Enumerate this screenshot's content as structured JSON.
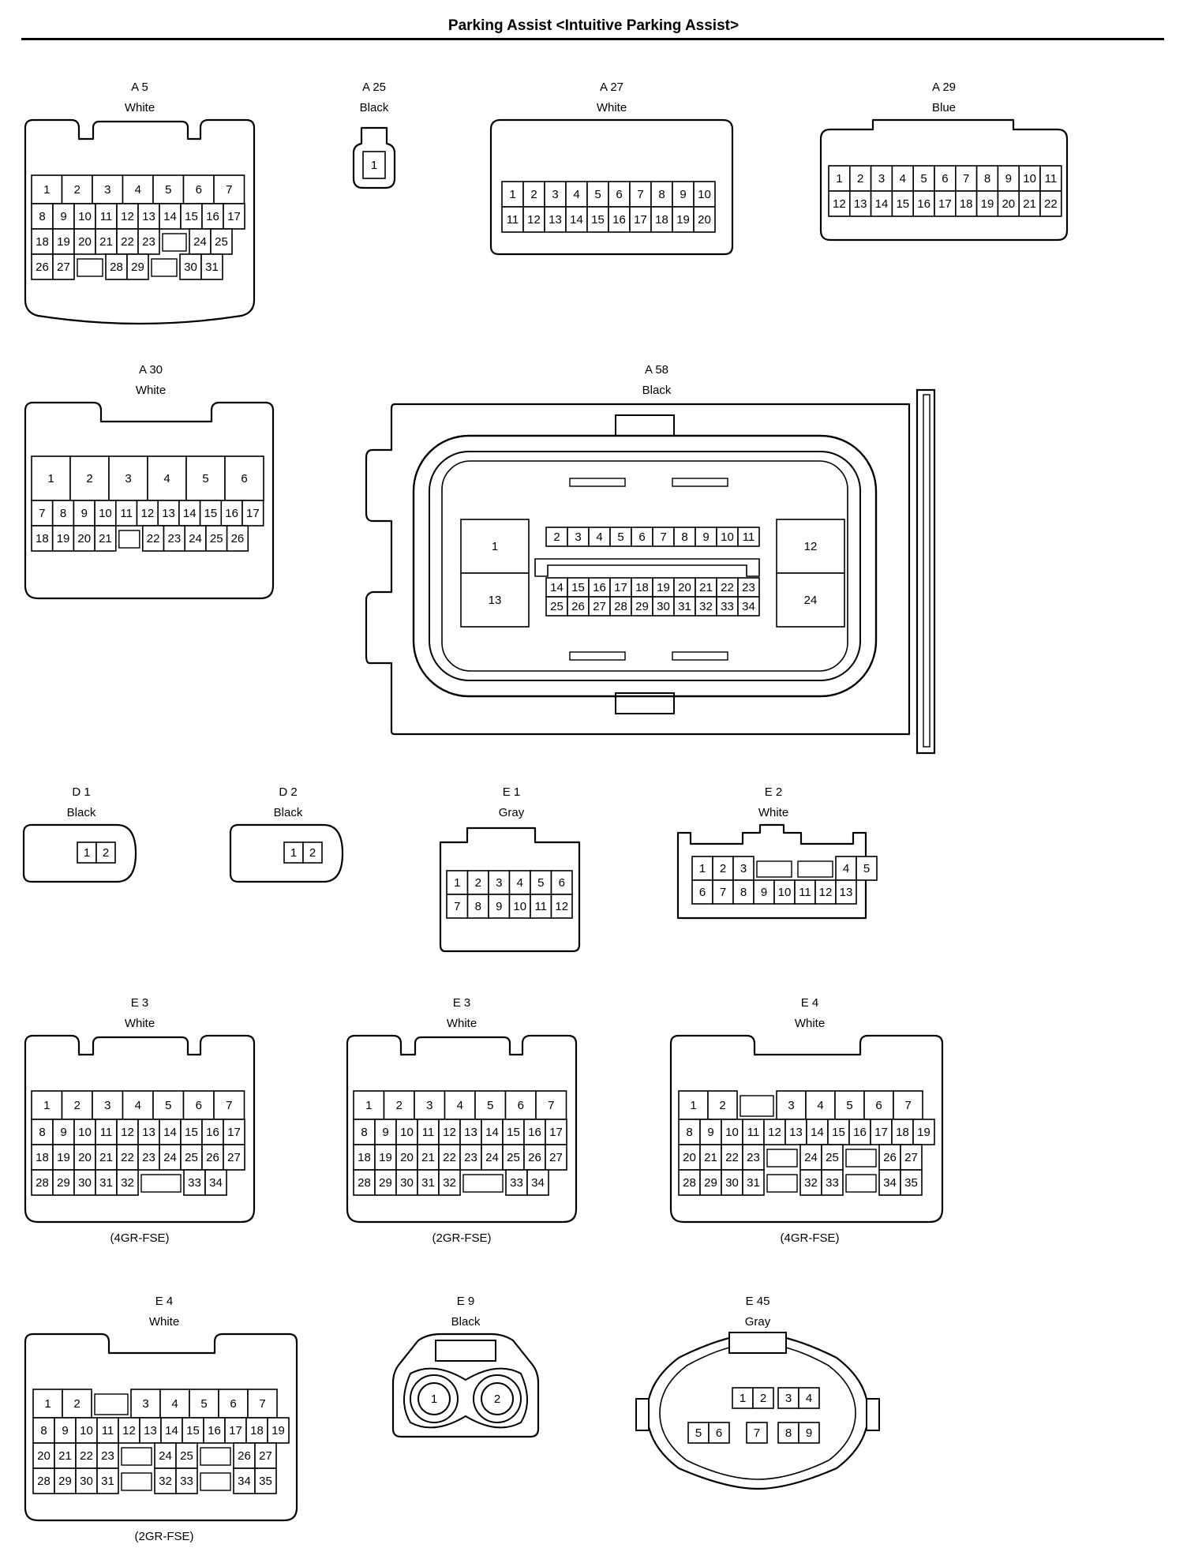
{
  "page": {
    "title": "Parking Assist <Intuitive Parking Assist>"
  },
  "connectors": [
    {
      "id": "A5",
      "label": "A 5",
      "color": "White",
      "note": "",
      "rows": [
        [
          1,
          2,
          3,
          4,
          5,
          6,
          7
        ],
        [
          8,
          9,
          10,
          11,
          12,
          13,
          14,
          15,
          16,
          17
        ],
        [
          18,
          19,
          20,
          21,
          22,
          23,
          null,
          24,
          25
        ],
        [
          26,
          27,
          null,
          28,
          29,
          null,
          30,
          31
        ]
      ]
    },
    {
      "id": "A25",
      "label": "A 25",
      "color": "Black",
      "note": "",
      "rows": [
        [
          1
        ]
      ]
    },
    {
      "id": "A27",
      "label": "A 27",
      "color": "White",
      "note": "",
      "rows": [
        [
          1,
          2,
          3,
          4,
          5,
          6,
          7,
          8,
          9,
          10
        ],
        [
          11,
          12,
          13,
          14,
          15,
          16,
          17,
          18,
          19,
          20
        ]
      ]
    },
    {
      "id": "A29",
      "label": "A 29",
      "color": "Blue",
      "note": "",
      "rows": [
        [
          1,
          2,
          3,
          4,
          5,
          6,
          7,
          8,
          9,
          10,
          11
        ],
        [
          12,
          13,
          14,
          15,
          16,
          17,
          18,
          19,
          20,
          21,
          22
        ]
      ]
    },
    {
      "id": "A30",
      "label": "A 30",
      "color": "White",
      "note": "",
      "rows": [
        [
          1,
          2,
          3,
          4,
          5,
          6
        ],
        [
          7,
          8,
          9,
          10,
          11,
          12,
          13,
          14,
          15,
          16,
          17
        ],
        [
          18,
          19,
          20,
          21,
          null,
          22,
          23,
          24,
          25,
          26
        ]
      ]
    },
    {
      "id": "A58",
      "label": "A 58",
      "color": "Black",
      "note": "",
      "big": [
        1,
        13,
        12,
        24
      ],
      "rows": [
        [
          2,
          3,
          4,
          5,
          6,
          7,
          8,
          9,
          10,
          11
        ],
        [
          14,
          15,
          16,
          17,
          18,
          19,
          20,
          21,
          22,
          23
        ],
        [
          25,
          26,
          27,
          28,
          29,
          30,
          31,
          32,
          33,
          34
        ]
      ]
    },
    {
      "id": "D1",
      "label": "D 1",
      "color": "Black",
      "note": "",
      "rows": [
        [
          1,
          2
        ]
      ]
    },
    {
      "id": "D2",
      "label": "D 2",
      "color": "Black",
      "note": "",
      "rows": [
        [
          1,
          2
        ]
      ]
    },
    {
      "id": "E1",
      "label": "E 1",
      "color": "Gray",
      "note": "",
      "rows": [
        [
          1,
          2,
          3,
          4,
          5,
          6
        ],
        [
          7,
          8,
          9,
          10,
          11,
          12
        ]
      ]
    },
    {
      "id": "E2",
      "label": "E 2",
      "color": "White",
      "note": "",
      "rows": [
        [
          1,
          2,
          3,
          null,
          null,
          4,
          5
        ],
        [
          6,
          7,
          8,
          9,
          10,
          11,
          12,
          13
        ]
      ]
    },
    {
      "id": "E3a",
      "label": "E 3",
      "color": "White",
      "note": "(4GR-FSE)",
      "rows": [
        [
          1,
          2,
          3,
          4,
          5,
          6,
          7
        ],
        [
          8,
          9,
          10,
          11,
          12,
          13,
          14,
          15,
          16,
          17
        ],
        [
          18,
          19,
          20,
          21,
          22,
          23,
          24,
          25,
          26,
          27
        ],
        [
          28,
          29,
          30,
          31,
          32,
          null,
          33,
          34
        ]
      ]
    },
    {
      "id": "E3b",
      "label": "E 3",
      "color": "White",
      "note": "(2GR-FSE)",
      "rows": [
        [
          1,
          2,
          3,
          4,
          5,
          6,
          7
        ],
        [
          8,
          9,
          10,
          11,
          12,
          13,
          14,
          15,
          16,
          17
        ],
        [
          18,
          19,
          20,
          21,
          22,
          23,
          24,
          25,
          26,
          27
        ],
        [
          28,
          29,
          30,
          31,
          32,
          null,
          33,
          34
        ]
      ]
    },
    {
      "id": "E4a",
      "label": "E 4",
      "color": "White",
      "note": "(4GR-FSE)",
      "rows": [
        [
          1,
          2,
          null,
          3,
          4,
          5,
          6,
          7
        ],
        [
          8,
          9,
          10,
          11,
          12,
          13,
          14,
          15,
          16,
          17,
          18,
          19
        ],
        [
          20,
          21,
          22,
          23,
          null,
          24,
          25,
          null,
          26,
          27
        ],
        [
          28,
          29,
          30,
          31,
          null,
          32,
          33,
          null,
          34,
          35
        ]
      ]
    },
    {
      "id": "E4b",
      "label": "E 4",
      "color": "White",
      "note": "(2GR-FSE)",
      "rows": [
        [
          1,
          2,
          null,
          3,
          4,
          5,
          6,
          7
        ],
        [
          8,
          9,
          10,
          11,
          12,
          13,
          14,
          15,
          16,
          17,
          18,
          19
        ],
        [
          20,
          21,
          22,
          23,
          null,
          24,
          25,
          null,
          26,
          27
        ],
        [
          28,
          29,
          30,
          31,
          null,
          32,
          33,
          null,
          34,
          35
        ]
      ]
    },
    {
      "id": "E9",
      "label": "E 9",
      "color": "Black",
      "note": "",
      "rows": [
        [
          1,
          2
        ]
      ]
    },
    {
      "id": "E45",
      "label": "E 45",
      "color": "Gray",
      "note": "",
      "rows": [
        [
          1,
          2,
          3,
          4
        ],
        [
          5,
          6,
          7,
          8,
          9
        ]
      ]
    }
  ]
}
